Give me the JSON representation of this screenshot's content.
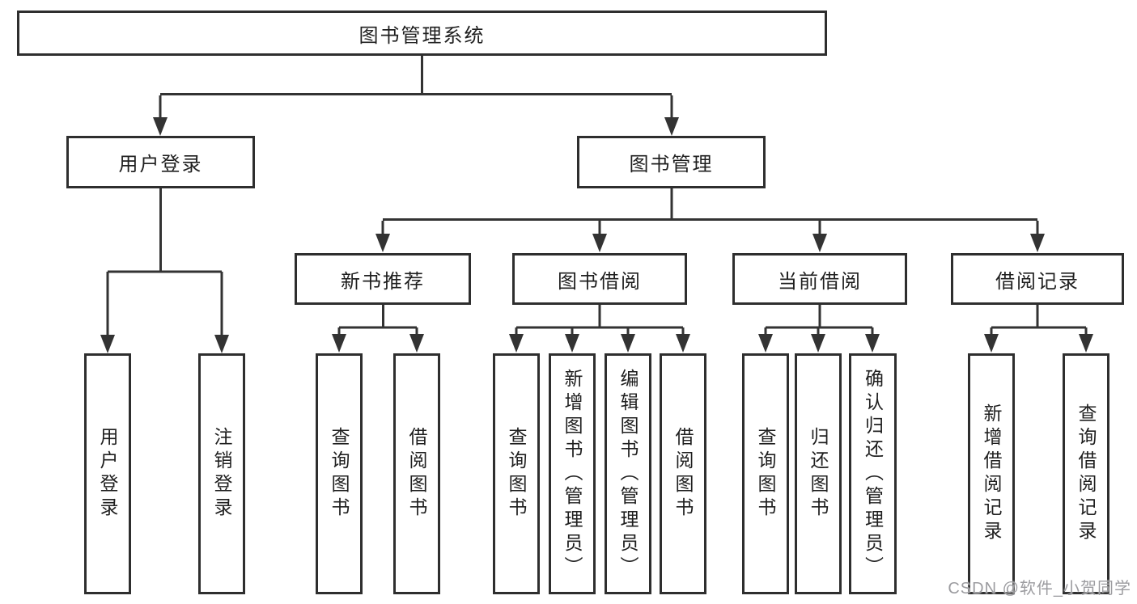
{
  "diagram": {
    "type": "hierarchy-tree",
    "root": {
      "label": "图书管理系统"
    },
    "level2": [
      {
        "label": "用户登录"
      },
      {
        "label": "图书管理"
      }
    ],
    "level3": [
      {
        "label": "新书推荐"
      },
      {
        "label": "图书借阅"
      },
      {
        "label": "当前借阅"
      },
      {
        "label": "借阅记录"
      }
    ],
    "leaves": {
      "user_login": [
        {
          "label": "用户登录"
        },
        {
          "label": "注销登录"
        }
      ],
      "new_books": [
        {
          "label": "查询图书"
        },
        {
          "label": "借阅图书"
        }
      ],
      "book_borrow": [
        {
          "label": "查询图书"
        },
        {
          "label": "新增图书（管理员）"
        },
        {
          "label": "编辑图书（管理员）"
        },
        {
          "label": "借阅图书"
        }
      ],
      "current_borrow": [
        {
          "label": "查询图书"
        },
        {
          "label": "归还图书"
        },
        {
          "label": "确认归还（管理员）"
        }
      ],
      "borrow_records": [
        {
          "label": "新增借阅记录"
        },
        {
          "label": "查询借阅记录"
        }
      ]
    },
    "colors": {
      "line": "#333333",
      "box_border": "#2e2e2e",
      "text": "#1f1f1f",
      "background": "#ffffff",
      "watermark": "#9c9ca0"
    }
  },
  "watermark": "CSDN @软件_小贺同学"
}
